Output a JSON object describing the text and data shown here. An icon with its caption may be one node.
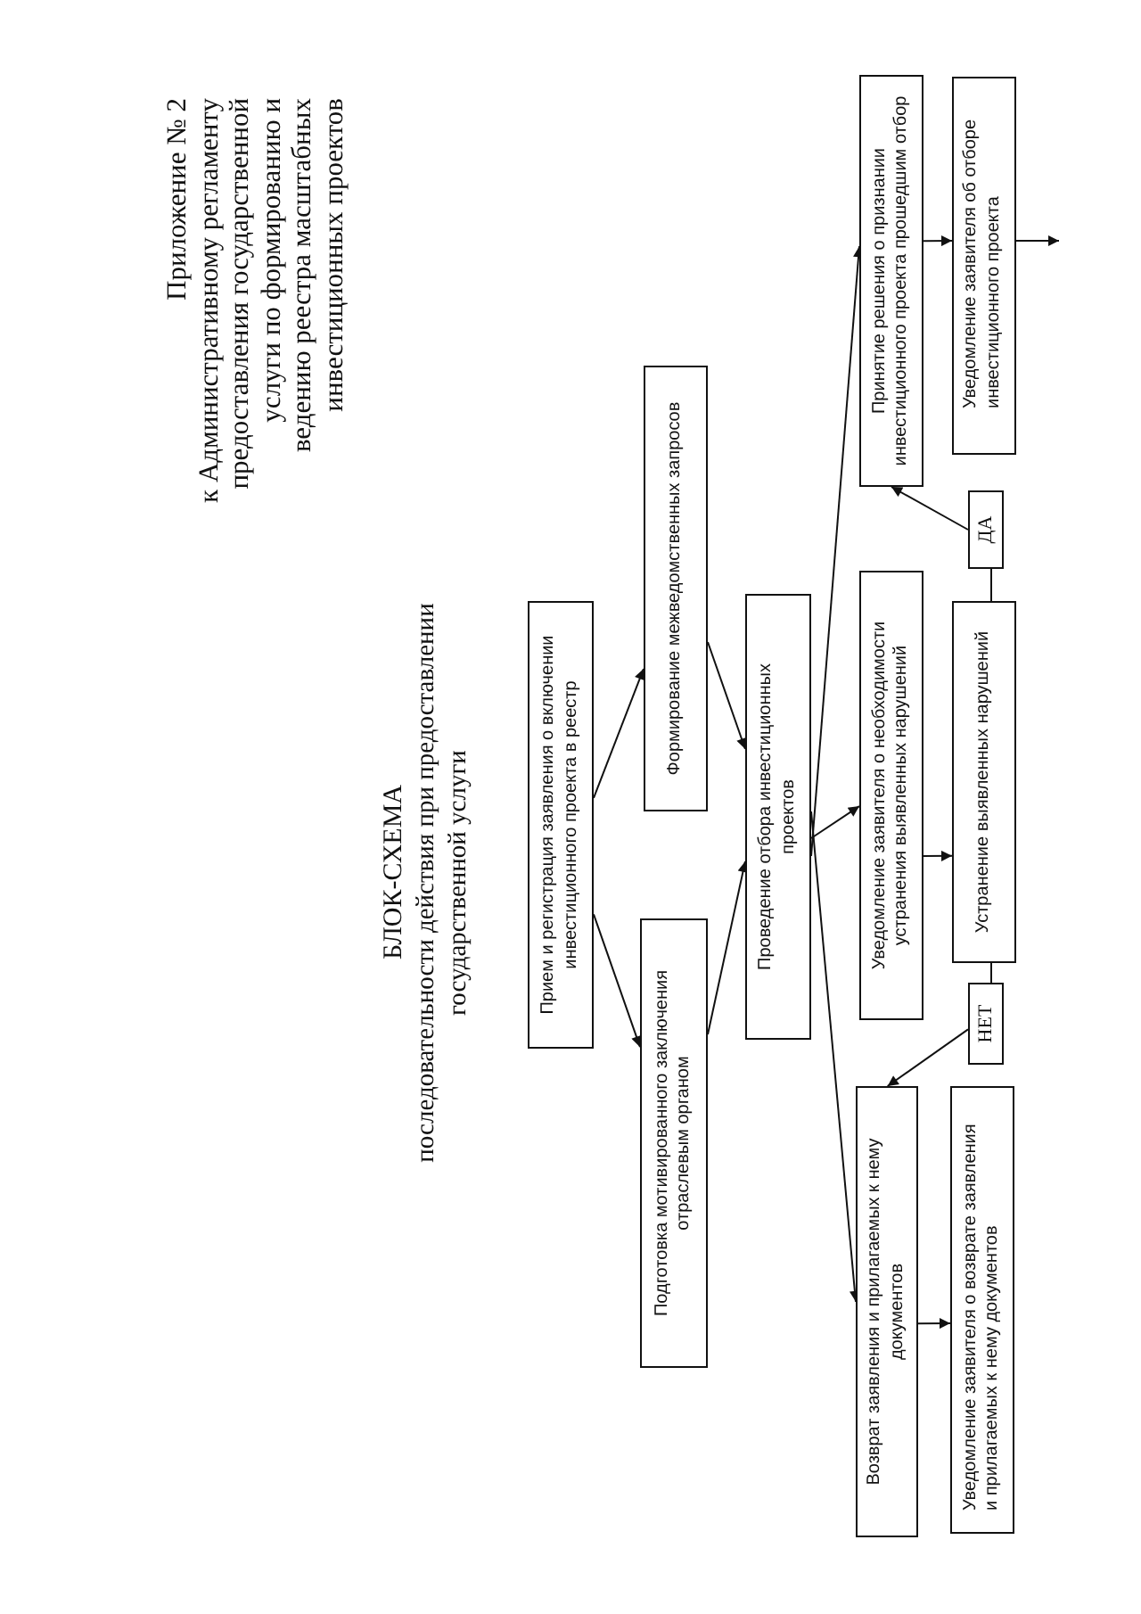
{
  "diagram": {
    "title": "БЛОК-СХЕМА",
    "nodes": [
      {
        "text": [
          "Прием и регистрация заявления о включении инвестиционного проекта в реестр"
        ]
      },
      {
        "text": [
          "Формирование межведомственных запросов"
        ]
      },
      {
        "text": [
          "Подготовка мотивированного заключения отраслевым органом"
        ]
      },
      {
        "text": [
          "Проведение отбора инвестиционных проектов"
        ]
      },
      {
        "text": [
          "Уведомление заявителя о необходимости устранения выявленных нарушений"
        ]
      },
      {
        "text": [
          "Устранение выявленных нарушений"
        ]
      },
      {
        "text": [
          "ДА"
        ]
      },
      {
        "text": [
          "НЕТ"
        ]
      },
      {
        "text": [
          "Принятие решения о признании инвестиционного проекта прошедшим отбор"
        ]
      },
      {
        "text": [
          "Уведомление заявителя об отборе инвестиционного проекта"
        ]
      },
      {
        "text": [
          "Возврат заявления и прилагаемых к нему документов"
        ]
      },
      {
        "text": [
          "Уведомление заявителя о возврате заявления и прилагаемых к нему документов"
        ]
      }
    ],
    "edges": [
      {
        "from": 0,
        "to": 1,
        "arrow": "to"
      },
      {
        "from": 0,
        "to": 2,
        "arrow": "to"
      },
      {
        "from": 1,
        "to": 3,
        "arrow": "to"
      },
      {
        "from": 2,
        "to": 3,
        "arrow": "to"
      },
      {
        "from": 3,
        "to": 4,
        "arrow": "to"
      },
      {
        "from": 3,
        "to": 8,
        "arrow": "to"
      },
      {
        "from": 3,
        "to": 10,
        "arrow": "to"
      },
      {
        "from": 4,
        "to": 5,
        "arrow": "to"
      },
      {
        "from": 5,
        "to": 6,
        "arrow": "none"
      },
      {
        "from": 5,
        "to": 7,
        "arrow": "none"
      },
      {
        "from": 6,
        "to": 8,
        "arrow": "to"
      },
      {
        "from": 7,
        "to": 10,
        "arrow": "to"
      },
      {
        "from": 8,
        "to": 9,
        "arrow": "to"
      },
      {
        "from": 10,
        "to": 11,
        "arrow": "to"
      },
      {
        "from": 9,
        "to": null,
        "arrow": "to"
      }
    ],
    "labels": [
      "Приложение № 2",
      "к Административному регламенту предоставления государственной услуги по формированию и ведению реестра масштабных инвестиционных проектов",
      "последовательности действия при предоставлении государственной услуги"
    ]
  }
}
